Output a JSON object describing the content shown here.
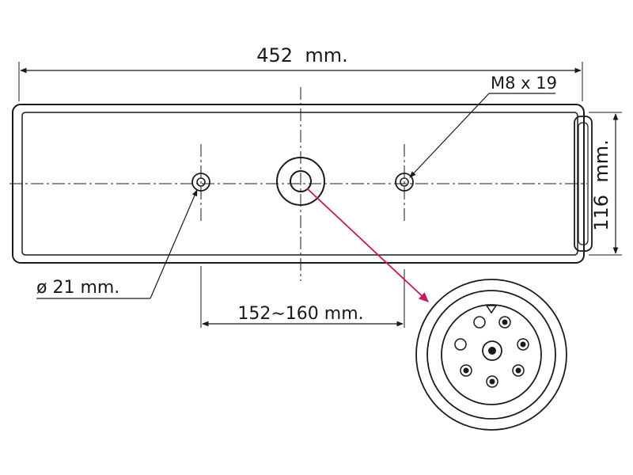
{
  "dimensions": {
    "overall_width": "452  mm.",
    "height": "116  mm.",
    "bolt": "M8 x 19",
    "hole_diameter": "ø 21 mm.",
    "bolt_spacing": "152∼160 mm."
  },
  "colors": {
    "line": "#1a1a1a",
    "pointer_arrow": "#c8185a"
  }
}
